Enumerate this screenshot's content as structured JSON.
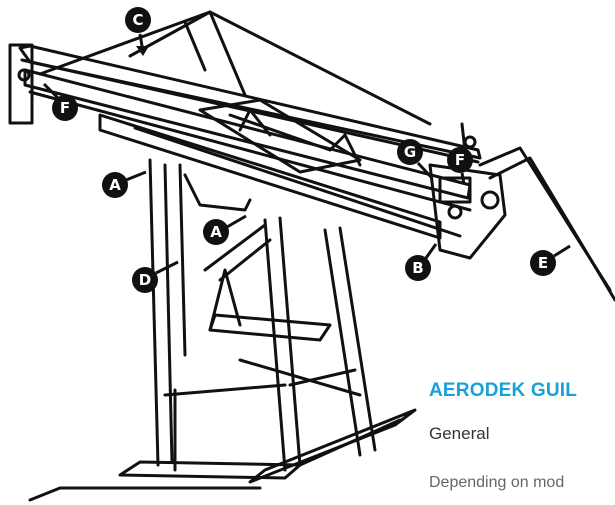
{
  "document": {
    "heading": "AERODEK GUIL",
    "subheading": "General",
    "body_excerpt": "Depending on mod"
  },
  "diagram": {
    "markers": [
      {
        "id": "C",
        "label": "C"
      },
      {
        "id": "F1",
        "label": "F"
      },
      {
        "id": "A1",
        "label": "A"
      },
      {
        "id": "A2",
        "label": "A"
      },
      {
        "id": "D",
        "label": "D"
      },
      {
        "id": "G",
        "label": "G"
      },
      {
        "id": "F2",
        "label": "F"
      },
      {
        "id": "B",
        "label": "B"
      },
      {
        "id": "E",
        "label": "E"
      }
    ]
  },
  "colors": {
    "heading": "#1aa0d8",
    "line_art": "#111111",
    "marker_fill": "#111111"
  }
}
